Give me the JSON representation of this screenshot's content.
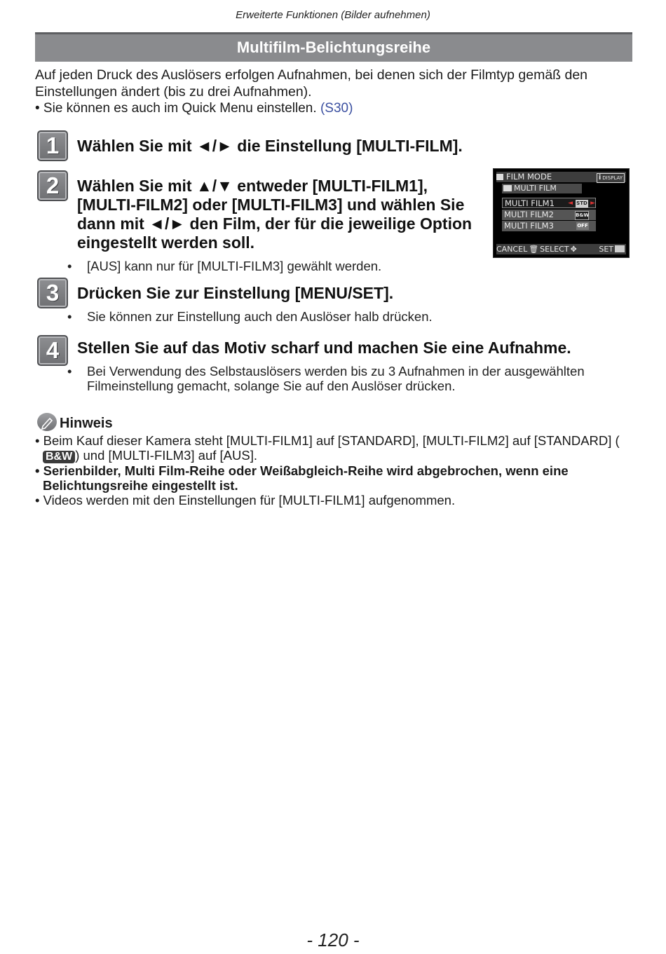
{
  "header": {
    "running": "Erweiterte Funktionen (Bilder aufnehmen)",
    "title": "Multifilm-Belichtungsreihe"
  },
  "intro": {
    "text": "Auf jeden Druck des Auslösers erfolgen Aufnahmen, bei denen sich der Filmtyp gemäß den Einstellungen ändert (bis zu drei Aufnahmen).",
    "quick_menu": "• Sie können es auch im Quick Menu einstellen.",
    "quick_menu_ref": "(S30)"
  },
  "steps": [
    {
      "number": "1",
      "title": "Wählen Sie mit ◄/► die Einstellung [MULTI-FILM].",
      "note": ""
    },
    {
      "number": "2",
      "title": "Wählen Sie mit ▲/▼ entweder [MULTI-FILM1], [MULTI-FILM2] oder [MULTI-FILM3] und wählen Sie dann mit ◄/► den Film, der für die jeweilige Option eingestellt werden soll.",
      "note": "[AUS] kann nur für [MULTI-FILM3] gewählt werden."
    },
    {
      "number": "3",
      "title": "Drücken Sie zur Einstellung [MENU/SET].",
      "note": "Sie können zur Einstellung auch den Auslöser halb drücken."
    },
    {
      "number": "4",
      "title": "Stellen Sie auf das Motiv scharf und machen Sie eine Aufnahme.",
      "note": "Bei Verwendung des Selbstauslösers werden bis zu 3 Aufnahmen in der ausgewählten Filmeinstellung gemacht, solange Sie auf den Auslöser drücken."
    }
  ],
  "lcd": {
    "header": "FILM MODE",
    "display_badge": "DISPLAY",
    "submenu": "MULTI FILM",
    "rows": [
      {
        "label": "MULTI FILM1",
        "badge": "STD"
      },
      {
        "label": "MULTI FILM2",
        "badge": "B&W"
      },
      {
        "label": "MULTI FILM3",
        "badge": "OFF"
      }
    ],
    "footer_cancel": "CANCEL",
    "footer_select": "SELECT",
    "footer_set": "SET"
  },
  "hint": {
    "title": "Hinweis",
    "item1_a": "• Beim Kauf dieser Kamera steht [MULTI-FILM1] auf [STANDARD], [MULTI-FILM2] auf [STANDARD] (",
    "item1_badge": "B&W",
    "item1_b": ") und [MULTI-FILM3] auf [AUS].",
    "item2": "• Serienbilder, Multi Film-Reihe oder Weißabgleich-Reihe wird abgebrochen, wenn eine Belichtungsreihe eingestellt ist.",
    "item3": "• Videos werden mit den Einstellungen für [MULTI-FILM1] aufgenommen."
  },
  "footer": {
    "page": "- 120 -"
  }
}
